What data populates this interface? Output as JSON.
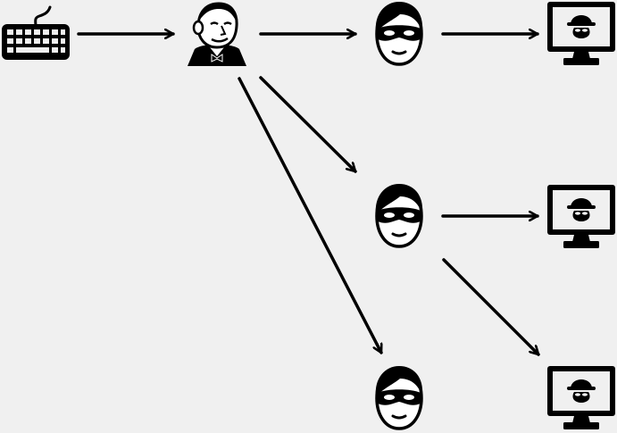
{
  "diagram": {
    "colors": {
      "background": "#f0f0f0",
      "ink": "#000000",
      "skin": "#ffffff"
    },
    "nodes": [
      {
        "id": "keyboard",
        "icon": "keyboard-icon"
      },
      {
        "id": "butler",
        "icon": "butler-icon"
      },
      {
        "id": "robber-1",
        "icon": "masked-robber-icon"
      },
      {
        "id": "robber-2",
        "icon": "masked-robber-icon"
      },
      {
        "id": "robber-3",
        "icon": "masked-robber-icon"
      },
      {
        "id": "monitor-1",
        "icon": "spy-monitor-icon"
      },
      {
        "id": "monitor-2",
        "icon": "spy-monitor-icon"
      },
      {
        "id": "monitor-3",
        "icon": "spy-monitor-icon"
      }
    ],
    "edges": [
      {
        "from": "keyboard",
        "to": "butler"
      },
      {
        "from": "butler",
        "to": "robber-1"
      },
      {
        "from": "butler",
        "to": "robber-2"
      },
      {
        "from": "butler",
        "to": "robber-3"
      },
      {
        "from": "robber-1",
        "to": "monitor-1"
      },
      {
        "from": "robber-2",
        "to": "monitor-2"
      },
      {
        "from": "robber-2",
        "to": "monitor-3"
      }
    ]
  }
}
